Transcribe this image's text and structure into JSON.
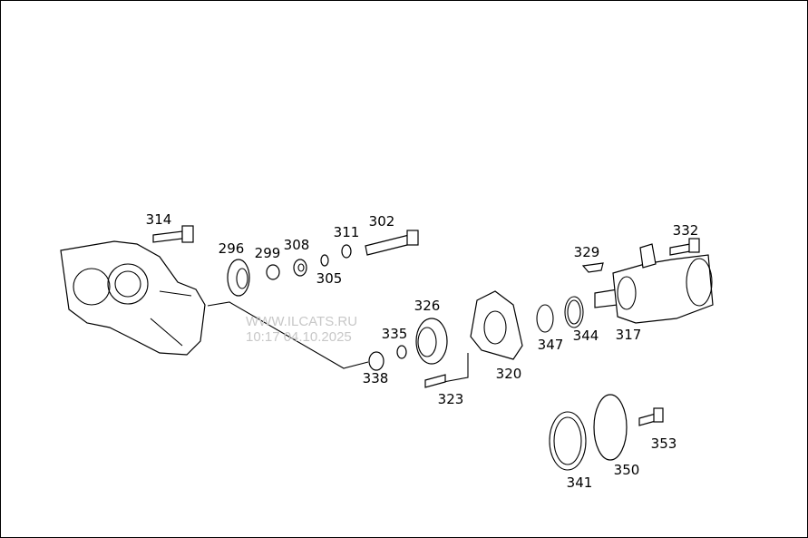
{
  "watermark": {
    "line1": "WWW.ILCATS.RU",
    "line2": "10:17 04.10.2025"
  },
  "labels": {
    "p314": "314",
    "p296": "296",
    "p299": "299",
    "p308": "308",
    "p311": "311",
    "p302": "302",
    "p305": "305",
    "p329": "329",
    "p332": "332",
    "p326": "326",
    "p335": "335",
    "p338": "338",
    "p323": "323",
    "p320": "320",
    "p347": "347",
    "p344": "344",
    "p317": "317",
    "p341": "341",
    "p350": "350",
    "p353": "353"
  }
}
